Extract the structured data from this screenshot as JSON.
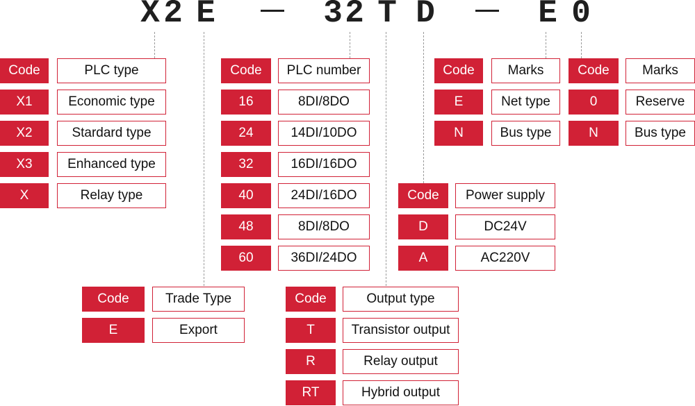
{
  "model": {
    "parts": [
      {
        "name": "model-char-x",
        "text": "X"
      },
      {
        "name": "model-char-2",
        "text": "2"
      },
      {
        "name": "model-char-e",
        "text": "E"
      },
      {
        "name": "model-char-3",
        "text": "3"
      },
      {
        "name": "model-char-2b",
        "text": "2"
      },
      {
        "name": "model-char-t",
        "text": "T"
      },
      {
        "name": "model-char-d",
        "text": "D"
      },
      {
        "name": "model-char-e2",
        "text": "E"
      },
      {
        "name": "model-char-0",
        "text": "0"
      }
    ]
  },
  "tables": {
    "plc_type": {
      "header": {
        "code": "Code",
        "desc": "PLC type"
      },
      "rows": [
        {
          "code": "X1",
          "desc": "Economic type"
        },
        {
          "code": "X2",
          "desc": "Stardard type"
        },
        {
          "code": "X3",
          "desc": "Enhanced type"
        },
        {
          "code": "X",
          "desc": "Relay type"
        }
      ]
    },
    "trade_type": {
      "header": {
        "code": "Code",
        "desc": "Trade Type"
      },
      "rows": [
        {
          "code": "E",
          "desc": "Export"
        }
      ]
    },
    "plc_number": {
      "header": {
        "code": "Code",
        "desc": "PLC number"
      },
      "rows": [
        {
          "code": "16",
          "desc": "8DI/8DO"
        },
        {
          "code": "24",
          "desc": "14DI/10DO"
        },
        {
          "code": "32",
          "desc": "16DI/16DO"
        },
        {
          "code": "40",
          "desc": "24DI/16DO"
        },
        {
          "code": "48",
          "desc": "8DI/8DO"
        },
        {
          "code": "60",
          "desc": "36DI/24DO"
        }
      ]
    },
    "output_type": {
      "header": {
        "code": "Code",
        "desc": "Output type"
      },
      "rows": [
        {
          "code": "T",
          "desc": "Transistor output"
        },
        {
          "code": "R",
          "desc": "Relay output"
        },
        {
          "code": "RT",
          "desc": "Hybrid output"
        }
      ]
    },
    "power_supply": {
      "header": {
        "code": "Code",
        "desc": "Power supply"
      },
      "rows": [
        {
          "code": "D",
          "desc": "DC24V"
        },
        {
          "code": "A",
          "desc": "AC220V"
        }
      ]
    },
    "marks": {
      "header": {
        "code": "Code",
        "desc": "Marks"
      },
      "rows": [
        {
          "code": "E",
          "desc": "Net type"
        },
        {
          "code": "N",
          "desc": "Bus type"
        }
      ]
    },
    "reserve": {
      "header": {
        "code": "Code",
        "desc": "Marks"
      },
      "rows": [
        {
          "code": "0",
          "desc": "Reserve"
        },
        {
          "code": "N",
          "desc": "Bus type"
        }
      ]
    }
  },
  "colors": {
    "code_fill": "#d12136",
    "border": "#d12136",
    "text": "#111111"
  }
}
